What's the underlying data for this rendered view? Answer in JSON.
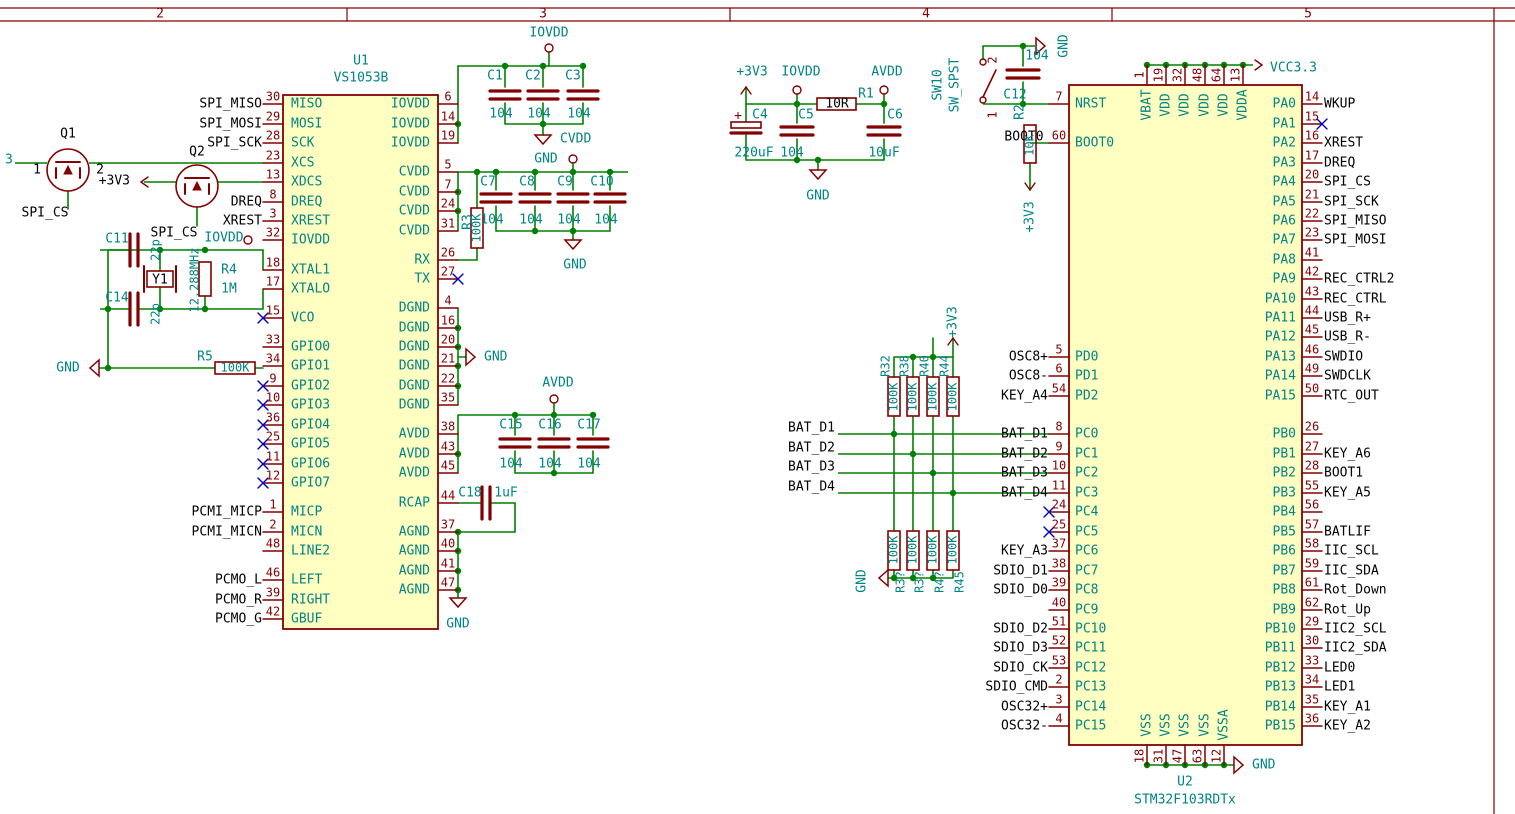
{
  "colors": {
    "wire": "#008000",
    "body": "#840000",
    "body_fill": "#ffffc2",
    "pin_num": "#840000",
    "pin_name": "#008484",
    "label": "#000000",
    "power": "#840000",
    "noconnect": "#0000c8",
    "frame": "#840000",
    "background": "#ffffff"
  },
  "frame": {
    "columns": [
      "2",
      "3",
      "4",
      "5"
    ]
  },
  "u1": {
    "ref": "U1",
    "value": "VS1053B",
    "left_pins": [
      {
        "num": "30",
        "name": "MISO",
        "net": "SPI_MISO"
      },
      {
        "num": "29",
        "name": "MOSI",
        "net": "SPI_MOSI"
      },
      {
        "num": "28",
        "name": "SCK",
        "net": "SPI_SCK"
      },
      {
        "num": "23",
        "name": "XCS",
        "net": ""
      },
      {
        "num": "13",
        "name": "XDCS",
        "net": ""
      },
      {
        "num": "8",
        "name": "DREQ",
        "net": "DREQ"
      },
      {
        "num": "3",
        "name": "XREST",
        "net": "XREST"
      },
      {
        "num": "32",
        "name": "IOVDD",
        "net": ""
      },
      {
        "num": "18",
        "name": "XTAL1",
        "net": ""
      },
      {
        "num": "17",
        "name": "XTALO",
        "net": ""
      },
      {
        "num": "15",
        "name": "VCO",
        "net": ""
      },
      {
        "num": "33",
        "name": "GPIO0",
        "net": ""
      },
      {
        "num": "34",
        "name": "GPIO1",
        "net": ""
      },
      {
        "num": "9",
        "name": "GPIO2",
        "net": ""
      },
      {
        "num": "10",
        "name": "GPIO3",
        "net": ""
      },
      {
        "num": "36",
        "name": "GPIO4",
        "net": ""
      },
      {
        "num": "25",
        "name": "GPIO5",
        "net": ""
      },
      {
        "num": "11",
        "name": "GPIO6",
        "net": ""
      },
      {
        "num": "12",
        "name": "GPIO7",
        "net": ""
      },
      {
        "num": "1",
        "name": "MICP",
        "net": "PCMI_MICP"
      },
      {
        "num": "2",
        "name": "MICN",
        "net": "PCMI_MICN"
      },
      {
        "num": "48",
        "name": "LINE2",
        "net": ""
      },
      {
        "num": "46",
        "name": "LEFT",
        "net": "PCMO_L"
      },
      {
        "num": "39",
        "name": "RIGHT",
        "net": "PCMO_R"
      },
      {
        "num": "42",
        "name": "GBUF",
        "net": "PCMO_G"
      }
    ],
    "right_pins": [
      {
        "num": "6",
        "name": "IOVDD"
      },
      {
        "num": "14",
        "name": "IOVDD"
      },
      {
        "num": "19",
        "name": "IOVDD"
      },
      {
        "num": "5",
        "name": "CVDD"
      },
      {
        "num": "7",
        "name": "CVDD"
      },
      {
        "num": "24",
        "name": "CVDD"
      },
      {
        "num": "31",
        "name": "CVDD"
      },
      {
        "num": "26",
        "name": "RX"
      },
      {
        "num": "27",
        "name": "TX"
      },
      {
        "num": "4",
        "name": "DGND"
      },
      {
        "num": "16",
        "name": "DGND"
      },
      {
        "num": "20",
        "name": "DGND"
      },
      {
        "num": "21",
        "name": "DGND"
      },
      {
        "num": "22",
        "name": "DGND"
      },
      {
        "num": "35",
        "name": "DGND"
      },
      {
        "num": "38",
        "name": "AVDD"
      },
      {
        "num": "43",
        "name": "AVDD"
      },
      {
        "num": "45",
        "name": "AVDD"
      },
      {
        "num": "44",
        "name": "RCAP"
      },
      {
        "num": "37",
        "name": "AGND"
      },
      {
        "num": "40",
        "name": "AGND"
      },
      {
        "num": "41",
        "name": "AGND"
      },
      {
        "num": "47",
        "name": "AGND"
      }
    ]
  },
  "u2": {
    "ref": "U2",
    "value": "STM32F103RDTx",
    "top_pins": [
      {
        "num": "1",
        "name": "VBAT"
      },
      {
        "num": "19",
        "name": "VDD"
      },
      {
        "num": "32",
        "name": "VDD"
      },
      {
        "num": "48",
        "name": "VDD"
      },
      {
        "num": "64",
        "name": "VDD"
      },
      {
        "num": "13",
        "name": "VDDA"
      }
    ],
    "bottom_pins": [
      {
        "num": "18",
        "name": "VSS"
      },
      {
        "num": "31",
        "name": "VSS"
      },
      {
        "num": "47",
        "name": "VSS"
      },
      {
        "num": "63",
        "name": "VSS"
      },
      {
        "num": "12",
        "name": "VSSA"
      }
    ],
    "left_pins": [
      {
        "num": "7",
        "name": "NRST",
        "net": ""
      },
      {
        "num": "60",
        "name": "BOOT0",
        "net": "BOOT0"
      },
      {
        "num": "5",
        "name": "PD0",
        "net": "OSC8+"
      },
      {
        "num": "6",
        "name": "PD1",
        "net": "OSC8-"
      },
      {
        "num": "54",
        "name": "PD2",
        "net": "KEY_A4"
      },
      {
        "num": "8",
        "name": "PC0",
        "net": "BAT_D1"
      },
      {
        "num": "9",
        "name": "PC1",
        "net": "BAT_D2"
      },
      {
        "num": "10",
        "name": "PC2",
        "net": "BAT_D3"
      },
      {
        "num": "11",
        "name": "PC3",
        "net": "BAT_D4"
      },
      {
        "num": "24",
        "name": "PC4",
        "net": ""
      },
      {
        "num": "25",
        "name": "PC5",
        "net": ""
      },
      {
        "num": "37",
        "name": "PC6",
        "net": "KEY_A3"
      },
      {
        "num": "38",
        "name": "PC7",
        "net": "SDIO_D1"
      },
      {
        "num": "39",
        "name": "PC8",
        "net": "SDIO_D0"
      },
      {
        "num": "40",
        "name": "PC9",
        "net": ""
      },
      {
        "num": "51",
        "name": "PC10",
        "net": "SDIO_D2"
      },
      {
        "num": "52",
        "name": "PC11",
        "net": "SDIO_D3"
      },
      {
        "num": "53",
        "name": "PC12",
        "net": "SDIO_CK"
      },
      {
        "num": "2",
        "name": "PC13",
        "net": "SDIO_CMD"
      },
      {
        "num": "3",
        "name": "PC14",
        "net": "OSC32+"
      },
      {
        "num": "4",
        "name": "PC15",
        "net": "OSC32-"
      }
    ],
    "right_pins": [
      {
        "num": "14",
        "name": "PA0",
        "net": "WKUP"
      },
      {
        "num": "15",
        "name": "PA1",
        "net": ""
      },
      {
        "num": "16",
        "name": "PA2",
        "net": "XREST"
      },
      {
        "num": "17",
        "name": "PA3",
        "net": "DREQ"
      },
      {
        "num": "20",
        "name": "PA4",
        "net": "SPI_CS"
      },
      {
        "num": "21",
        "name": "PA5",
        "net": "SPI_SCK"
      },
      {
        "num": "22",
        "name": "PA6",
        "net": "SPI_MISO"
      },
      {
        "num": "23",
        "name": "PA7",
        "net": "SPI_MOSI"
      },
      {
        "num": "41",
        "name": "PA8",
        "net": ""
      },
      {
        "num": "42",
        "name": "PA9",
        "net": "REC_CTRL2"
      },
      {
        "num": "43",
        "name": "PA10",
        "net": "REC_CTRL"
      },
      {
        "num": "44",
        "name": "PA11",
        "net": "USB_R+"
      },
      {
        "num": "45",
        "name": "PA12",
        "net": "USB_R-"
      },
      {
        "num": "46",
        "name": "PA13",
        "net": "SWDIO"
      },
      {
        "num": "49",
        "name": "PA14",
        "net": "SWDCLK"
      },
      {
        "num": "50",
        "name": "PA15",
        "net": "RTC_OUT"
      },
      {
        "num": "26",
        "name": "PB0",
        "net": ""
      },
      {
        "num": "27",
        "name": "PB1",
        "net": "KEY_A6"
      },
      {
        "num": "28",
        "name": "PB2",
        "net": "BOOT1"
      },
      {
        "num": "55",
        "name": "PB3",
        "net": "KEY_A5"
      },
      {
        "num": "56",
        "name": "PB4",
        "net": ""
      },
      {
        "num": "57",
        "name": "PB5",
        "net": "BATLIF"
      },
      {
        "num": "58",
        "name": "PB6",
        "net": "IIC_SCL"
      },
      {
        "num": "59",
        "name": "PB7",
        "net": "IIC_SDA"
      },
      {
        "num": "61",
        "name": "PB8",
        "net": "Rot_Down"
      },
      {
        "num": "62",
        "name": "PB9",
        "net": "Rot_Up"
      },
      {
        "num": "29",
        "name": "PB10",
        "net": "IIC2_SCL"
      },
      {
        "num": "30",
        "name": "PB11",
        "net": "IIC2_SDA"
      },
      {
        "num": "33",
        "name": "PB12",
        "net": "LED0"
      },
      {
        "num": "34",
        "name": "PB13",
        "net": "LED1"
      },
      {
        "num": "35",
        "name": "PB14",
        "net": "KEY_A1"
      },
      {
        "num": "36",
        "name": "PB15",
        "net": "KEY_A2"
      }
    ]
  },
  "labels": {
    "iovdd": "IOVDD",
    "cvdd": "CVDD",
    "avdd": "AVDD",
    "gnd": "GND",
    "p3v3": "+3V3",
    "vcc33": "VCC3.3",
    "spi_cs": "SPI_CS",
    "q1": "Q1",
    "q2": "Q2",
    "sw10": "SW10",
    "sw_spst": "SW_SPST"
  },
  "parts": {
    "c1": {
      "ref": "C1",
      "value": "104"
    },
    "c2": {
      "ref": "C2",
      "value": "104"
    },
    "c3": {
      "ref": "C3",
      "value": "104"
    },
    "c4": {
      "ref": "C4",
      "value": "220uF"
    },
    "c5": {
      "ref": "C5",
      "value": "104"
    },
    "c6": {
      "ref": "C6",
      "value": "10uF"
    },
    "c7": {
      "ref": "C7",
      "value": "104"
    },
    "c8": {
      "ref": "C8",
      "value": "104"
    },
    "c9": {
      "ref": "C9",
      "value": "104"
    },
    "c10": {
      "ref": "C10",
      "value": "104"
    },
    "c11": {
      "ref": "C11",
      "value": "22p"
    },
    "c12": {
      "ref": "C12",
      "value": "104"
    },
    "c14": {
      "ref": "C14",
      "value": "22p"
    },
    "c15": {
      "ref": "C15",
      "value": "104"
    },
    "c16": {
      "ref": "C16",
      "value": "104"
    },
    "c17": {
      "ref": "C17",
      "value": "104"
    },
    "c18": {
      "ref": "C18",
      "value": "1uF"
    },
    "r1": {
      "ref": "R1",
      "value": "10R"
    },
    "r2": {
      "ref": "R2",
      "value": "10K"
    },
    "r3": {
      "ref": "R3",
      "value": "100K"
    },
    "r4": {
      "ref": "R4",
      "value": "1M"
    },
    "r5": {
      "ref": "R5",
      "value": "100K"
    },
    "y1": {
      "ref": "Y1",
      "value": "12.288MHz"
    },
    "pull_up_refs": [
      "R32",
      "R38",
      "R40",
      "R44"
    ],
    "pull_down_refs": [
      "R3?",
      "R3?",
      "R4?",
      "R45"
    ],
    "pull_value": "100K"
  }
}
